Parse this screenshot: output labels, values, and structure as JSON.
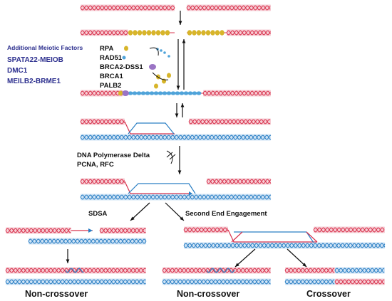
{
  "meiotic": {
    "heading": "Additional Meiotic Factors",
    "factors": [
      "SPATA22-MEIOB",
      "DMC1",
      "MEILB2-BRME1"
    ]
  },
  "proteins": [
    "RPA",
    "RAD51",
    "BRCA2-DSS1",
    "BRCA1",
    "PALB2"
  ],
  "synthesis": {
    "line1": "DNA Polymerase Delta",
    "line2": "PCNA, RFC"
  },
  "pathways": {
    "sdsa": "SDSA",
    "second_end": "Second End Engagement"
  },
  "outcomes": {
    "left": "Non-crossover",
    "middle": "Non-crossover",
    "right": "Crossover"
  },
  "colors": {
    "red_strand": "#d8344f",
    "blue_strand": "#2b7fc4",
    "red_halo": "#f6cdd4",
    "blue_halo": "#cfe3f5",
    "rpa": "#d7b52a",
    "rad51": "#4fa3d9",
    "brca2": "#9a74c4",
    "label_blue": "#2c2f8e"
  }
}
